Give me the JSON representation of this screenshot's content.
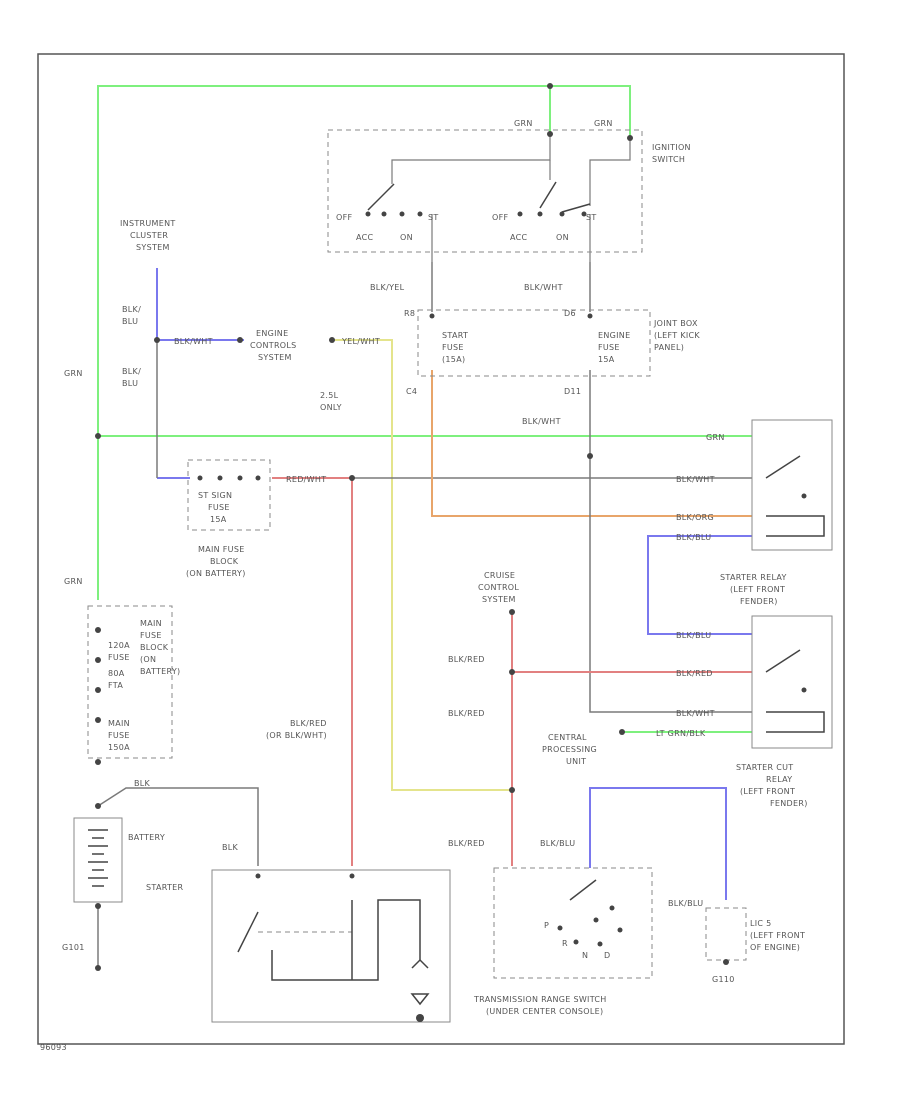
{
  "colors": {
    "grn": "#7ef07e",
    "blu": "#7a78ee",
    "red": "#e28080",
    "yel": "#e4e48c",
    "org": "#e8a56a",
    "gry": "#7a7a7a",
    "frame": "#555555"
  },
  "labels": {
    "wire_grn_top_left": "GRN",
    "wire_grn_top_right": "GRN",
    "ignition_switch": [
      "IGNITION",
      "SWITCH"
    ],
    "off1": "OFF",
    "acc1": "ACC",
    "on1": "ON",
    "st1": "ST",
    "off2": "OFF",
    "acc2": "ACC",
    "on2": "ON",
    "st2": "ST",
    "instrument_cluster": [
      "INSTRUMENT",
      "CLUSTER",
      "SYSTEM"
    ],
    "blk_yel": "BLK/YEL",
    "blk_wht_top": "BLK/WHT",
    "r8": "R8",
    "d6": "D6",
    "blu_left1": [
      "BLK/",
      "BLU"
    ],
    "blu_left2": [
      "BLK/",
      "BLU"
    ],
    "wire_blk_wht_1": "BLK/WHT",
    "engine_controls": [
      "ENGINE",
      "CONTROLS",
      "SYSTEM"
    ],
    "wire_yel": "YEL/WHT",
    "start_fuse": [
      "START",
      "FUSE",
      "(15A)"
    ],
    "engine_fuse": [
      "ENGINE",
      "FUSE",
      "15A"
    ],
    "joint_box": [
      "JOINT BOX",
      "(LEFT KICK",
      "PANEL)"
    ],
    "cyl_only": [
      "2.5L",
      "ONLY"
    ],
    "c4": "C4",
    "d11": "D11",
    "blk_wht_mid": "BLK/WHT",
    "grn_left": "GRN",
    "wire_grn_mid": "GRN",
    "wire_blk_wht_relay1": "BLK/WHT",
    "wire_red_fuse": "RED/WHT",
    "st_sign_fuse": [
      "ST SIGN",
      "FUSE",
      "15A"
    ],
    "main_fuse_block": [
      "MAIN FUSE",
      "BLOCK",
      "(ON BATTERY)"
    ],
    "wire_blk_org": "BLK/ORG",
    "wire_blk_blu_1": "BLK/BLU",
    "starter_relay": [
      "STARTER RELAY",
      "(LEFT FRONT",
      "FENDER)"
    ],
    "grn_left2": "GRN",
    "cruise_control": [
      "CRUISE",
      "CONTROL",
      "SYSTEM"
    ],
    "main_fuse_block2": [
      "MAIN",
      "FUSE",
      "BLOCK",
      "(ON",
      "BATTERY)"
    ],
    "fuse_120a": [
      "120A",
      "FUSE"
    ],
    "fuse_80a": [
      "80A",
      "FTA"
    ],
    "fuse_main": [
      "MAIN",
      "FUSE",
      "150A"
    ],
    "blk_red_1": "BLK/RED",
    "wire_blk_blu_2": "BLK/BLU",
    "wire_blk_red_relay2": "BLK/RED",
    "blk_red_2": "BLK/RED",
    "wire_blk_wht_relay2": "BLK/WHT",
    "wire_lt_grn": "LT GRN/BLK",
    "central_processing": [
      "CENTRAL",
      "PROCESSING",
      "UNIT"
    ],
    "starter_cut_relay": [
      "STARTER CUT",
      "RELAY",
      "(LEFT FRONT",
      "FENDER)"
    ],
    "blk_red_3": [
      "BLK/RED",
      "(OR BLK/WHT)"
    ],
    "blk_top": "BLK",
    "battery": "BATTERY",
    "blk_starter": "BLK",
    "starter": "STARTER",
    "blk_red_4": "BLK/RED",
    "blk_blu_trans": "BLK/BLU",
    "blk_blu_right": "BLK/BLU",
    "lic": [
      "LIC 5",
      "(LEFT FRONT",
      "OF ENGINE)"
    ],
    "g110": "G110",
    "g101": "G101",
    "p": "P",
    "r": "R",
    "n": "N",
    "d": "D",
    "trans_range": [
      "TRANSMISSION RANGE SWITCH",
      "(UNDER CENTER CONSOLE)"
    ],
    "fig_id": "96093"
  }
}
